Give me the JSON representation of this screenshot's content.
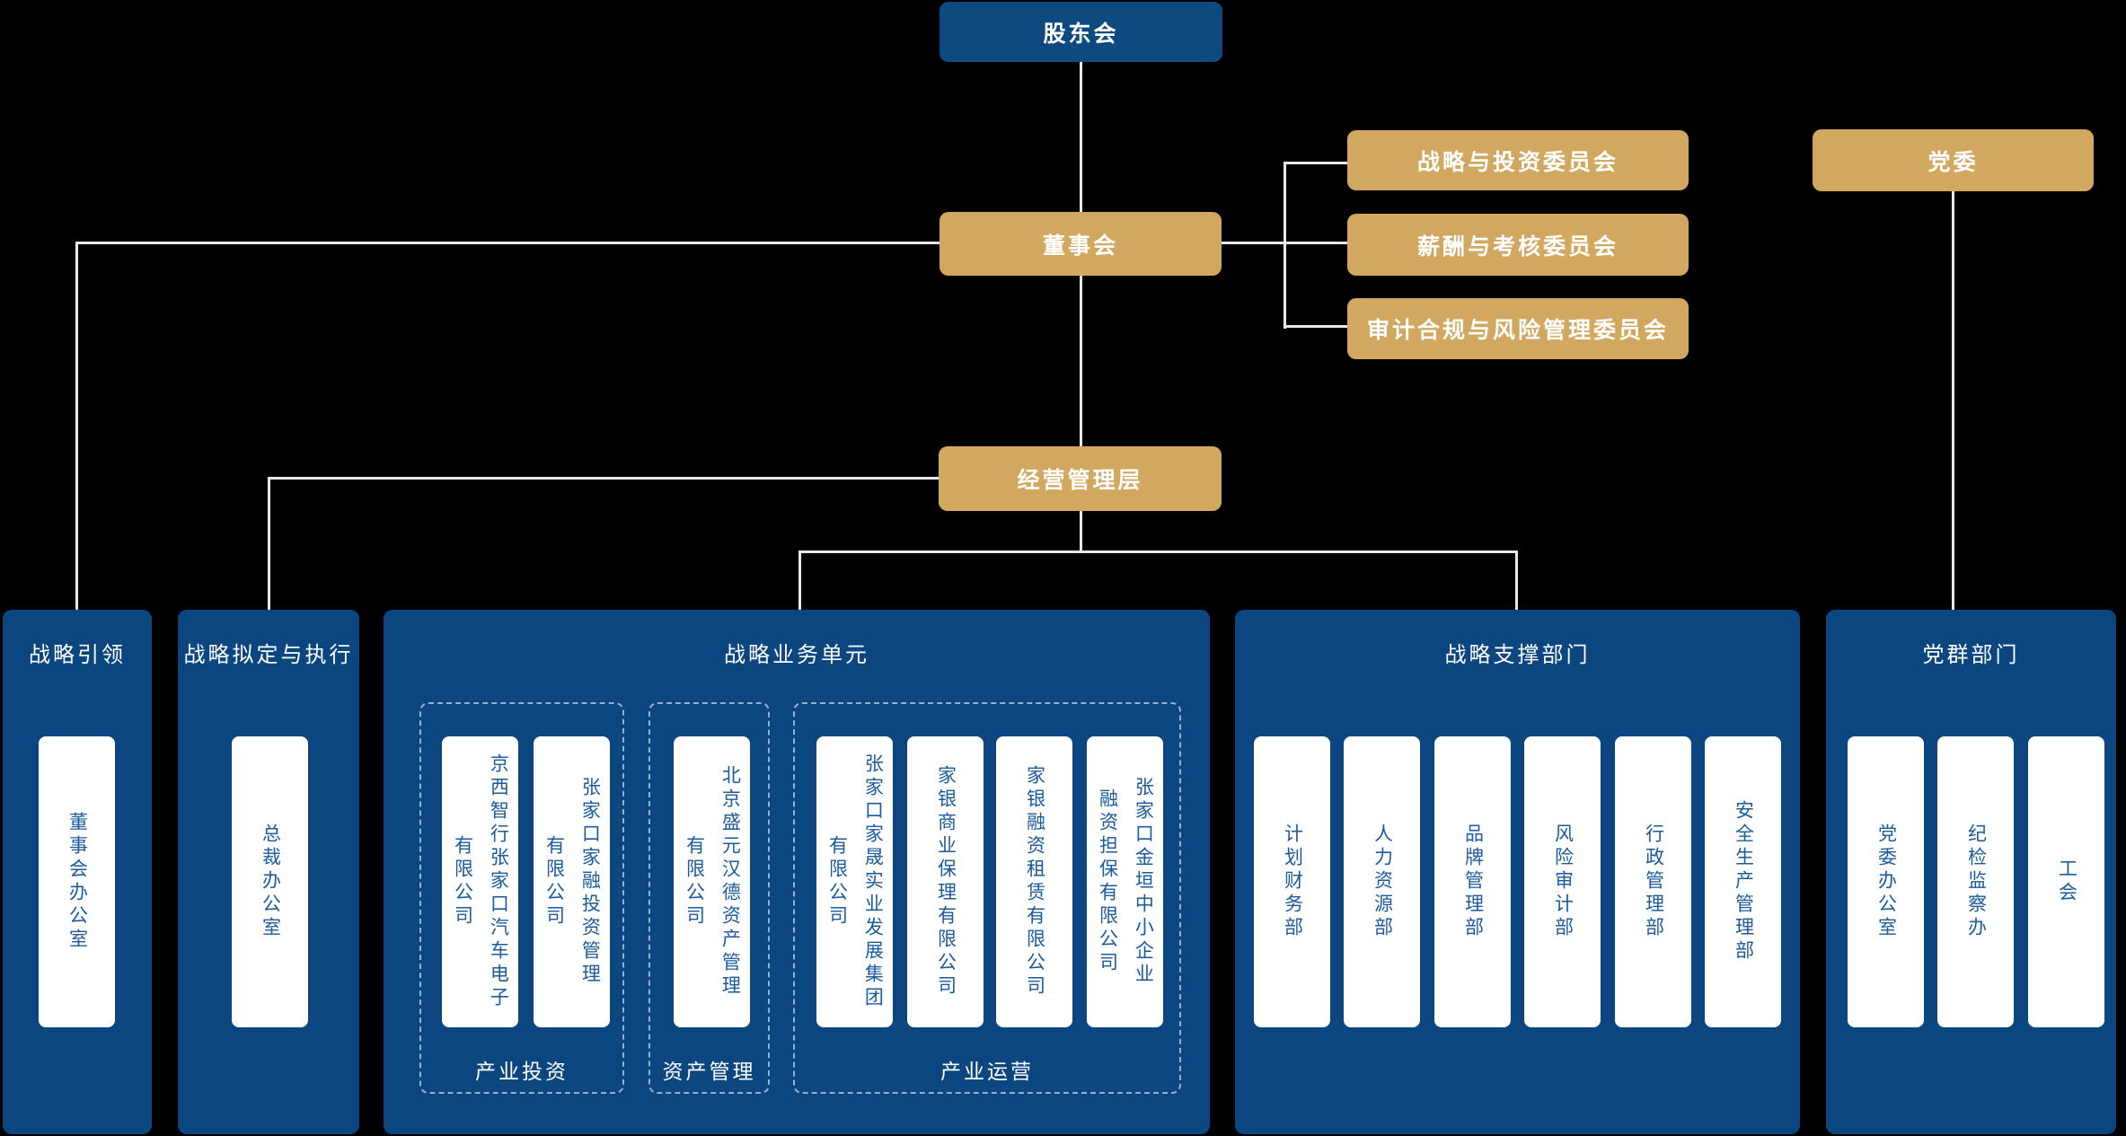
{
  "org": {
    "shareholders": "股东会",
    "board": "董事会",
    "management": "经营管理层",
    "party_committee": "党委",
    "committees": [
      "战略与投资委员会",
      "薪酬与考核委员会",
      "审计合规与风险管理委员会"
    ]
  },
  "panels": {
    "strategic_leadership": {
      "title": "战略引领",
      "items": [
        "董事会办公室"
      ]
    },
    "strategy_execution": {
      "title": "战略拟定与执行",
      "items": [
        "总裁办公室"
      ]
    },
    "sbu": {
      "title": "战略业务单元",
      "groups": [
        {
          "label": "产业投资",
          "companies": [
            "京西智行张家口汽车电子\n有限公司",
            "张家口家融投资管理\n有限公司"
          ]
        },
        {
          "label": "资产管理",
          "companies": [
            "北京盛元汉德资产管理\n有限公司"
          ]
        },
        {
          "label": "产业运营",
          "companies": [
            "张家口家晟实业发展集团\n有限公司",
            "家银商业保理有限公司",
            "家银融资租赁有限公司",
            "张家口金垣中小企业\n融资担保有限公司"
          ]
        }
      ]
    },
    "support": {
      "title": "战略支撑部门",
      "items": [
        "计划财务部",
        "人力资源部",
        "品牌管理部",
        "风险审计部",
        "行政管理部",
        "安全生产管理部"
      ]
    },
    "party_mass": {
      "title": "党群部门",
      "items": [
        "党委办公室",
        "纪检监察办",
        "工会"
      ]
    }
  },
  "colors": {
    "navy_box": "#0e4a80",
    "panel_navy": "#0b4680",
    "gold": "#d2a75f",
    "connector": "#e8e8e8",
    "dept_text_blue": "#1b5b9d"
  }
}
